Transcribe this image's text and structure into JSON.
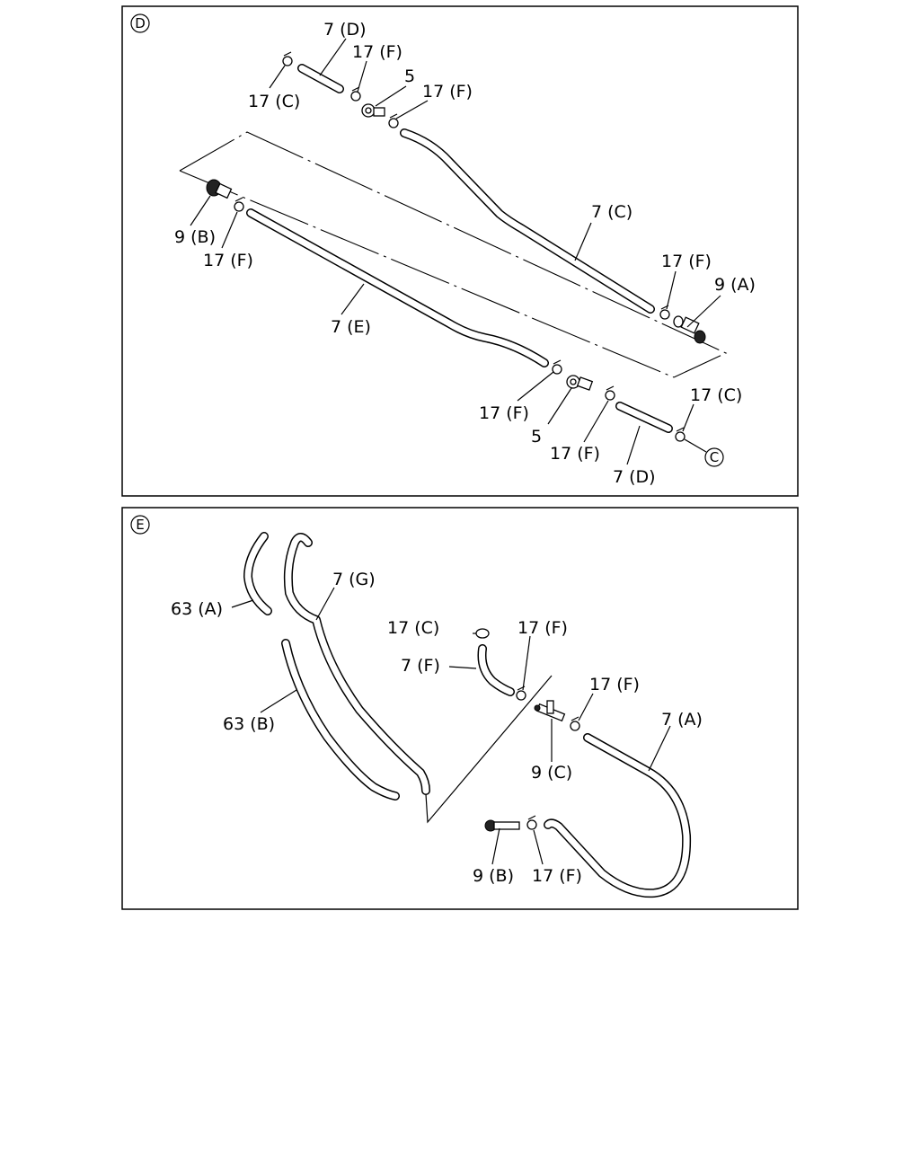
{
  "panel_d": {
    "badge": "D",
    "labels": {
      "hose_7d_top": "7 (D)",
      "clamp_17f_top1": "17 (F)",
      "clamp_17c_top": "17 (C)",
      "joint_5_top": "5",
      "clamp_17f_top2": "17 (F)",
      "hose_7c": "7 (C)",
      "clamp_17f_right": "17 (F)",
      "connector_9a": "9 (A)",
      "connector_9b": "9 (B)",
      "clamp_17f_left": "17 (F)",
      "hose_7e": "7 (E)",
      "clamp_17f_bottom1": "17 (F)",
      "joint_5_bottom": "5",
      "clamp_17f_bottom2": "17 (F)",
      "clamp_17c_bottom": "17 (C)",
      "hose_7d_bottom": "7 (D)",
      "ref_c": "C"
    }
  },
  "panel_e": {
    "badge": "E",
    "labels": {
      "hose_63a": "63 (A)",
      "hose_7g": "7 (G)",
      "clamp_17c": "17 (C)",
      "clamp_17f_top": "17 (F)",
      "hose_7f": "7 (F)",
      "hose_63b": "63 (B)",
      "clamp_17f_right": "17 (F)",
      "hose_7a": "7 (A)",
      "connector_9c": "9 (C)",
      "connector_9b": "9 (B)",
      "clamp_17f_bottom": "17 (F)"
    }
  }
}
